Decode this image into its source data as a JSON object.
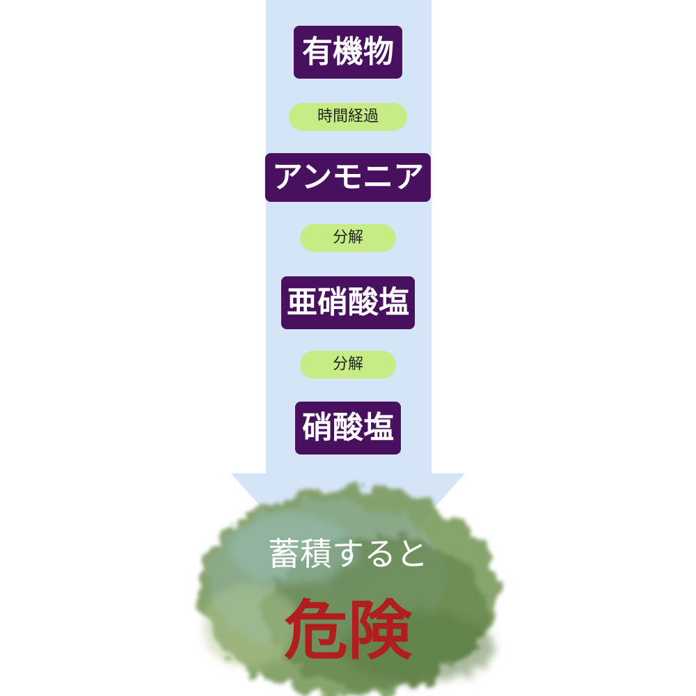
{
  "flow": {
    "stages": [
      {
        "label": "有機物"
      },
      {
        "label": "アンモニア"
      },
      {
        "label": "亜硝酸塩"
      },
      {
        "label": "硝酸塩"
      }
    ],
    "steps": [
      {
        "label": "時間経過"
      },
      {
        "label": "分解"
      },
      {
        "label": "分解"
      }
    ]
  },
  "result": {
    "line1": "蓄積すると",
    "line2": "危険"
  },
  "colors": {
    "stage_bg": "#4a1060",
    "step_bg": "#c7ec86",
    "arrow_fill": "#d6e4f7",
    "danger_text": "#b01e1e",
    "cloud_green": "#6f8f4e"
  }
}
